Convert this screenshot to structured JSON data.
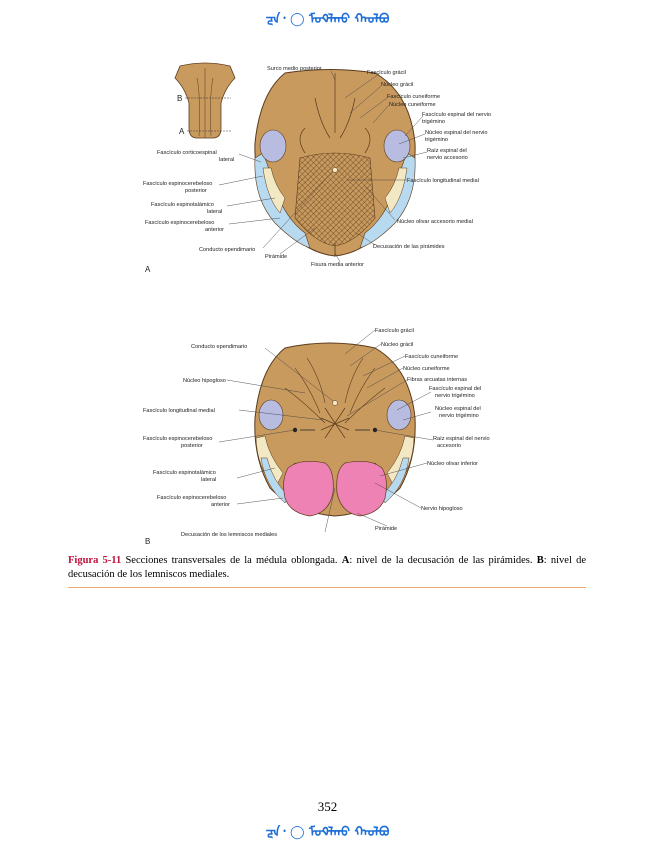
{
  "header": {
    "watermark": "ᡓᠡ᠂ ◯ ᡏᠣᡐᠯᠬᠣ ᠬᠣ᠋ᠯᠪᠣ"
  },
  "figure": {
    "panel_a": {
      "letter": "A",
      "key_b": "B",
      "key_a": "A",
      "labels": {
        "surco_medio": "Surco medio posterior",
        "fasciculo_gracil": "Fascículo grácil",
        "nucleo_gracil": "Núcleo grácil",
        "fasciculo_cuneiforme": "Fascículo cuneiforme",
        "nucleo_cuneiforme": "Núcleo cuneiforme",
        "fasc_espinal_1": "Fascículo espinal del nervio",
        "fasc_espinal_2": "trigémino",
        "nucleo_espinal_1": "Núcleo espinal del nervio",
        "nucleo_espinal_2": "trigémino",
        "raiz_espinal_1": "Raíz espinal del",
        "raiz_espinal_2": "nervio accesorio",
        "fasc_corticoespinal_1": "Fascículo corticoespinal",
        "fasc_corticoespinal_2": "lateral",
        "fasc_longitudinal": "Fascículo longitudinal medial",
        "fasc_espinocereb_post_1": "Fascículo espinocerebeloso",
        "fasc_espinocereb_post_2": "posterior",
        "fasc_espinotalamico_1": "Fascículo espinotalámico",
        "fasc_espinotalamico_2": "lateral",
        "fasc_espinocereb_ant_1": "Fascículo espinocerebeloso",
        "fasc_espinocereb_ant_2": "anterior",
        "nucleo_olivar": "Núcleo olivar accesorio medial",
        "conducto": "Conducto ependimario",
        "piramide": "Pirámide",
        "fisura": "Fisura media anterior",
        "decusacion": "Decusación de las pirámides"
      }
    },
    "panel_b": {
      "letter": "B",
      "labels": {
        "fasciculo_gracil": "Fascículo grácil",
        "conducto": "Conducto ependimario",
        "nucleo_gracil": "Núcleo grácil",
        "fasciculo_cuneiforme": "Fascículo cuneiforme",
        "nucleo_hipogloso": "Núcleo hipogloso",
        "nucleo_cuneiforme": "Núcleo cuneiforme",
        "fibras_arcuatas": "Fibras arcuatas internas",
        "fasc_espinal_1": "Fascículo espinal del",
        "fasc_espinal_2": "nervio trigémino",
        "fasc_longitudinal": "Fascículo longitudinal medial",
        "nucleo_espinal_1": "Núcleo espinal del",
        "nucleo_espinal_2": "nervio trigémino",
        "fasc_espinocereb_post_1": "Fascículo espinocerebeloso",
        "fasc_espinocereb_post_2": "posterior",
        "raiz_espinal_1": "Raíz espinal del nervio",
        "raiz_espinal_2": "accesorio",
        "nucleo_olivar": "Núcleo olivar inferior",
        "fasc_espinotalamico_1": "Fascículo espinotalámico",
        "fasc_espinotalamico_2": "lateral",
        "fasc_espinocereb_ant_1": "Fascículo espinocerebeloso",
        "fasc_espinocereb_ant_2": "anterior",
        "nervio_hipogloso": "Nervio hipogloso",
        "piramide": "Pirámide",
        "decusacion": "Decusación de los lemniscos mediales"
      }
    }
  },
  "caption": {
    "label": "Figura 5-11",
    "text_1": " Secciones transversales de la médula oblongada. ",
    "a_key": "A",
    "text_2": ": nivel de la decusación de las pirámides. ",
    "b_key": "B",
    "text_3": ": nivel de decusación de los lemniscos mediales."
  },
  "page_number": "352",
  "footer": {
    "watermark": "ᡓᠡ᠂ ◯ ᡏᠣᡐᠯᠬᠣ ᠬᠣ᠋ᠯᠪᠣ"
  },
  "colors": {
    "tissue": "#c89a5e",
    "tissue_dark": "#a87a44",
    "trigeminal": "#b8bce0",
    "tract_light": "#f3e8c4",
    "tract_blue": "#b8daf0",
    "pyramid_pink": "#ee82b4",
    "caption_label": "#c0103a",
    "watermark": "#1f6fd6"
  }
}
